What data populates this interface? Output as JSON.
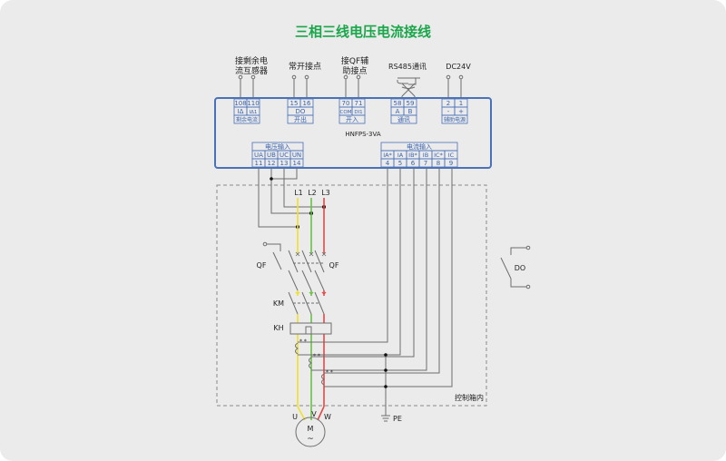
{
  "title": "三相三线电压电流接线",
  "colors": {
    "title": "#1aa64a",
    "device_border": "#4a72b8",
    "terminal_text": "#3a63ad",
    "wire": "#6e6e6e",
    "phase_L1": "#f0e02a",
    "phase_L2": "#6ac046",
    "phase_L3": "#e24848",
    "background": "#ebebeb"
  },
  "top_labels": {
    "residual": [
      "接剩余电",
      "流互感器"
    ],
    "no_contact": "常开接点",
    "qf_aux": [
      "接QF辅",
      "助接点"
    ],
    "rs485": "RS485通讯",
    "dc24v": "DC24V"
  },
  "device": {
    "model": "HNFPS-3VA",
    "top_groups": [
      {
        "name": "residual-current",
        "numbers": [
          "108",
          "110"
        ],
        "signals": [
          "IΔ",
          "IΔ1"
        ],
        "label": "剩余电流"
      },
      {
        "name": "output",
        "numbers": [
          "15",
          "16"
        ],
        "signals": [
          "DO"
        ],
        "label": "开出"
      },
      {
        "name": "input",
        "numbers": [
          "70",
          "71"
        ],
        "signals": [
          "COM",
          "DI1"
        ],
        "label": "开入"
      },
      {
        "name": "communication",
        "numbers": [
          "58",
          "59"
        ],
        "signals": [
          "A",
          "B"
        ],
        "label": "通讯"
      },
      {
        "name": "aux-power",
        "numbers": [
          "2",
          "1"
        ],
        "signals": [
          "-",
          "+"
        ],
        "label": "辅助电源"
      }
    ],
    "voltage_input": {
      "label": "电压输入",
      "signals": [
        "UA",
        "UB",
        "UC",
        "UN"
      ],
      "numbers": [
        "11",
        "12",
        "13",
        "14"
      ]
    },
    "current_input": {
      "label": "电流输入",
      "signals": [
        "IA*",
        "IA",
        "IB*",
        "IB",
        "IC*",
        "IC"
      ],
      "numbers": [
        "4",
        "5",
        "6",
        "7",
        "8",
        "9"
      ]
    }
  },
  "circuit": {
    "phases": [
      "L1",
      "L2",
      "L3"
    ],
    "breaker_left": "QF",
    "breaker_right": "QF",
    "contactor": "KM",
    "thermal_relay": "KH",
    "ct_mark": "* *",
    "motor_terminals": [
      "U",
      "V",
      "W"
    ],
    "motor_label": "M",
    "motor_symbol": "~",
    "ground": "PE",
    "cabinet_label": "控制箱内",
    "do_switch": "DO"
  }
}
